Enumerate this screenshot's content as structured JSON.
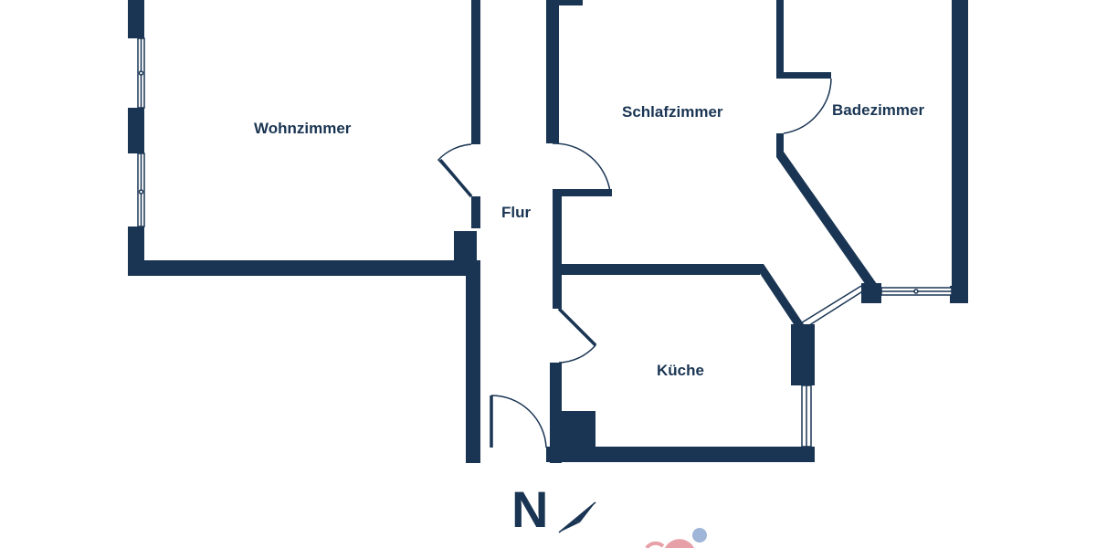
{
  "floorplan": {
    "wall_color": "#1a3553",
    "rooms": [
      {
        "id": "wohnzimmer",
        "label": "Wohnzimmer"
      },
      {
        "id": "flur",
        "label": "Flur"
      },
      {
        "id": "schlafzimmer",
        "label": "Schlafzimmer"
      },
      {
        "id": "badezimmer",
        "label": "Badezimmer"
      },
      {
        "id": "kueche",
        "label": "Küche"
      }
    ]
  },
  "compass": {
    "north_label": "N",
    "icon": "compass-needle-icon"
  },
  "logo": {
    "icon": "brand-logo-icon",
    "colors": [
      "#e8a0a8",
      "#9fb6d8"
    ]
  }
}
